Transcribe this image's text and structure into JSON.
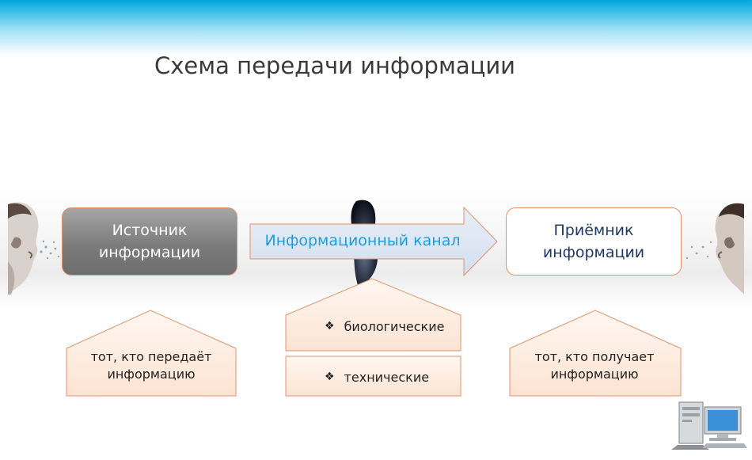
{
  "title": "Схема передачи информации",
  "source": {
    "label": "Источник информации",
    "description": "тот, кто передаёт информацию"
  },
  "channel": {
    "label": "Информационный канал",
    "types": [
      "биологические",
      "технические"
    ]
  },
  "receiver": {
    "label": "Приёмник информации",
    "description": "тот, кто получает информацию"
  },
  "colors": {
    "header_band": "#00a6dc",
    "box_border": "#e2926b",
    "pentagon_fill": "#fde9dc",
    "channel_arrow": "#dbe5f1",
    "channel_text": "#1a9ee0",
    "receiver_text": "#1f3864"
  },
  "icons": {
    "left_person": "man-face-icon",
    "right_person": "man-face-icon",
    "center_ear": "ear-icon",
    "bottom_right": "computer-icon",
    "bullet": "diamond-bullet-icon"
  }
}
